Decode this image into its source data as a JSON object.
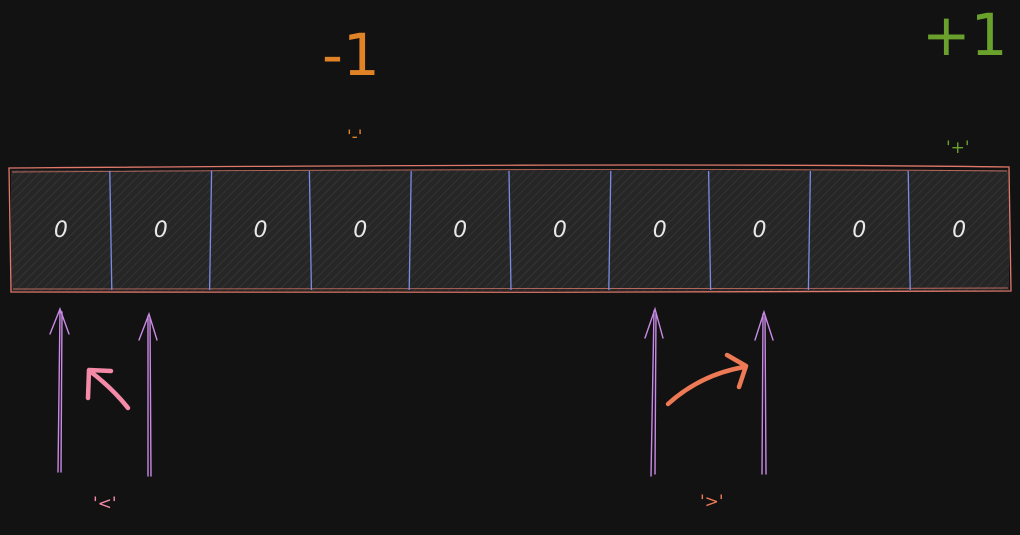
{
  "colors": {
    "background": "#121212",
    "cell_fill": "#2a2a2a",
    "tape_border": "#e0796b",
    "cell_divider": "#7a8ce6",
    "pointer_arrow": "#c98ae6",
    "decrement": "#e08326",
    "increment": "#6aa02c",
    "move_left": "#f48aa8",
    "move_right": "#ee7a55",
    "cell_text": "#e9e9e9"
  },
  "labels": {
    "decrement_value": "-1",
    "decrement_char": "'-'",
    "increment_value": "+1",
    "increment_char": "'+'",
    "move_left_char": "'<'",
    "move_right_char": "'>'"
  },
  "tape": {
    "cells": [
      "0",
      "0",
      "0",
      "0",
      "0",
      "0",
      "0",
      "0",
      "0",
      "0"
    ]
  }
}
